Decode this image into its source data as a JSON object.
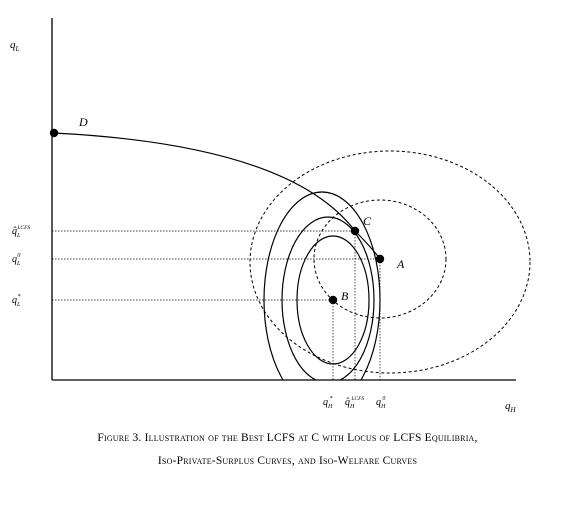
{
  "axes": {
    "y_label": {
      "base": "q",
      "sub": "L"
    },
    "x_label": {
      "base": "q",
      "sub": "H"
    }
  },
  "points": {
    "A": "A",
    "B": "B",
    "C": "C",
    "D": "D"
  },
  "y_ticks": [
    {
      "base": "q̂",
      "sub": "L",
      "sup": "LCFS"
    },
    {
      "base": "q",
      "sub": "L",
      "sup": "0"
    },
    {
      "base": "q",
      "sub": "L",
      "sup": "*"
    }
  ],
  "x_ticks": [
    {
      "base": "q",
      "sub": "H",
      "sup": "*"
    },
    {
      "base": "q̂",
      "sub": "H",
      "sup": "LCFS"
    },
    {
      "base": "q",
      "sub": "H",
      "sup": "0"
    }
  ],
  "caption": {
    "line1": "Figure 3. Illustration of the Best LCFS at C with Locus of LCFS Equilibria,",
    "line2": "Iso-Private-Surplus Curves, and Iso-Welfare Curves"
  }
}
